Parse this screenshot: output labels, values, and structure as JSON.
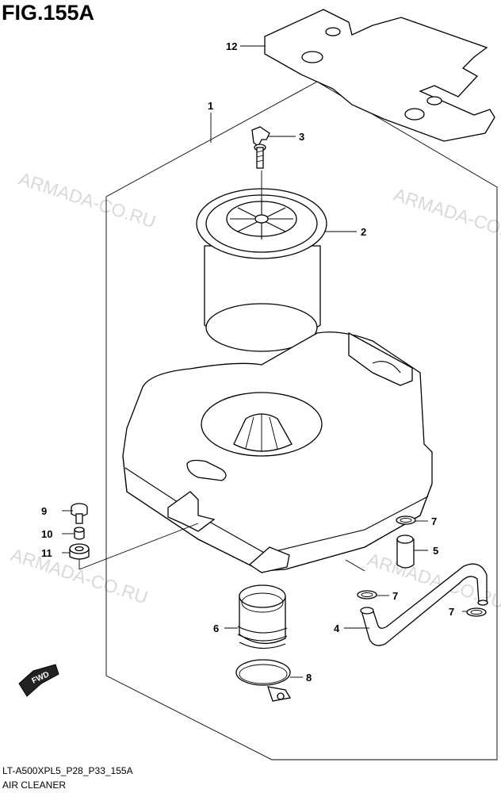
{
  "figure": {
    "title": "FIG.155A",
    "code": "LT-A500XPL5_P28_P33_155A",
    "name": "AIR CLEANER"
  },
  "watermark": "ARMADA-CO.RU",
  "badge": "FWD",
  "callouts": [
    {
      "id": "c1",
      "label": "1"
    },
    {
      "id": "c2",
      "label": "2"
    },
    {
      "id": "c3",
      "label": "3"
    },
    {
      "id": "c4",
      "label": "4"
    },
    {
      "id": "c5",
      "label": "5"
    },
    {
      "id": "c6",
      "label": "6"
    },
    {
      "id": "c7a",
      "label": "7"
    },
    {
      "id": "c7b",
      "label": "7"
    },
    {
      "id": "c7c",
      "label": "7"
    },
    {
      "id": "c8",
      "label": "8"
    },
    {
      "id": "c9",
      "label": "9"
    },
    {
      "id": "c10",
      "label": "10"
    },
    {
      "id": "c11",
      "label": "11"
    },
    {
      "id": "c12",
      "label": "12"
    }
  ]
}
